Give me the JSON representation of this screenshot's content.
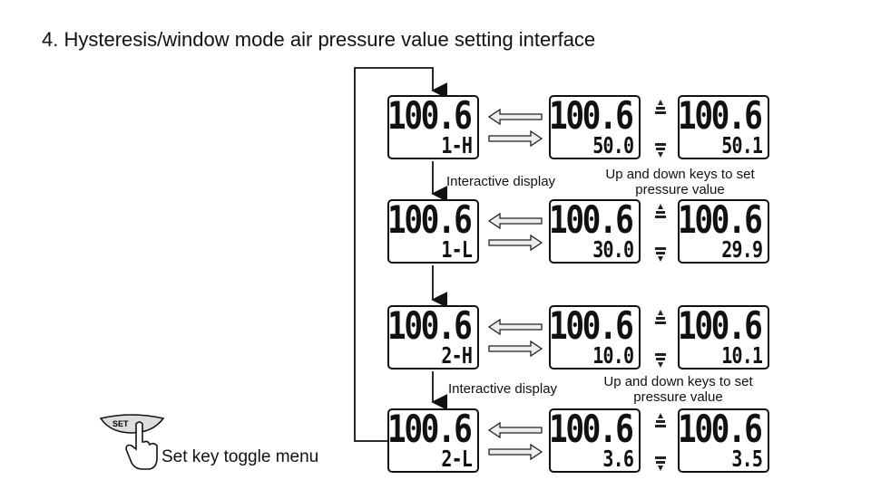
{
  "title": "4. Hysteresis/window mode air pressure value setting interface",
  "rows": [
    {
      "top": "100.6",
      "mode": "1-H",
      "value": "50.0",
      "adjusted": "50.1"
    },
    {
      "top": "100.6",
      "mode": "1-L",
      "value": "30.0",
      "adjusted": "29.9"
    },
    {
      "top": "100.6",
      "mode": "2-H",
      "value": "10.0",
      "adjusted": "10.1"
    },
    {
      "top": "100.6",
      "mode": "2-L",
      "value": "3.6",
      "adjusted": "3.5"
    }
  ],
  "notes": {
    "interactive": "Interactive display",
    "updown": "Up and down keys to set pressure value",
    "set_key": "Set key toggle menu",
    "set_label": "SET"
  }
}
